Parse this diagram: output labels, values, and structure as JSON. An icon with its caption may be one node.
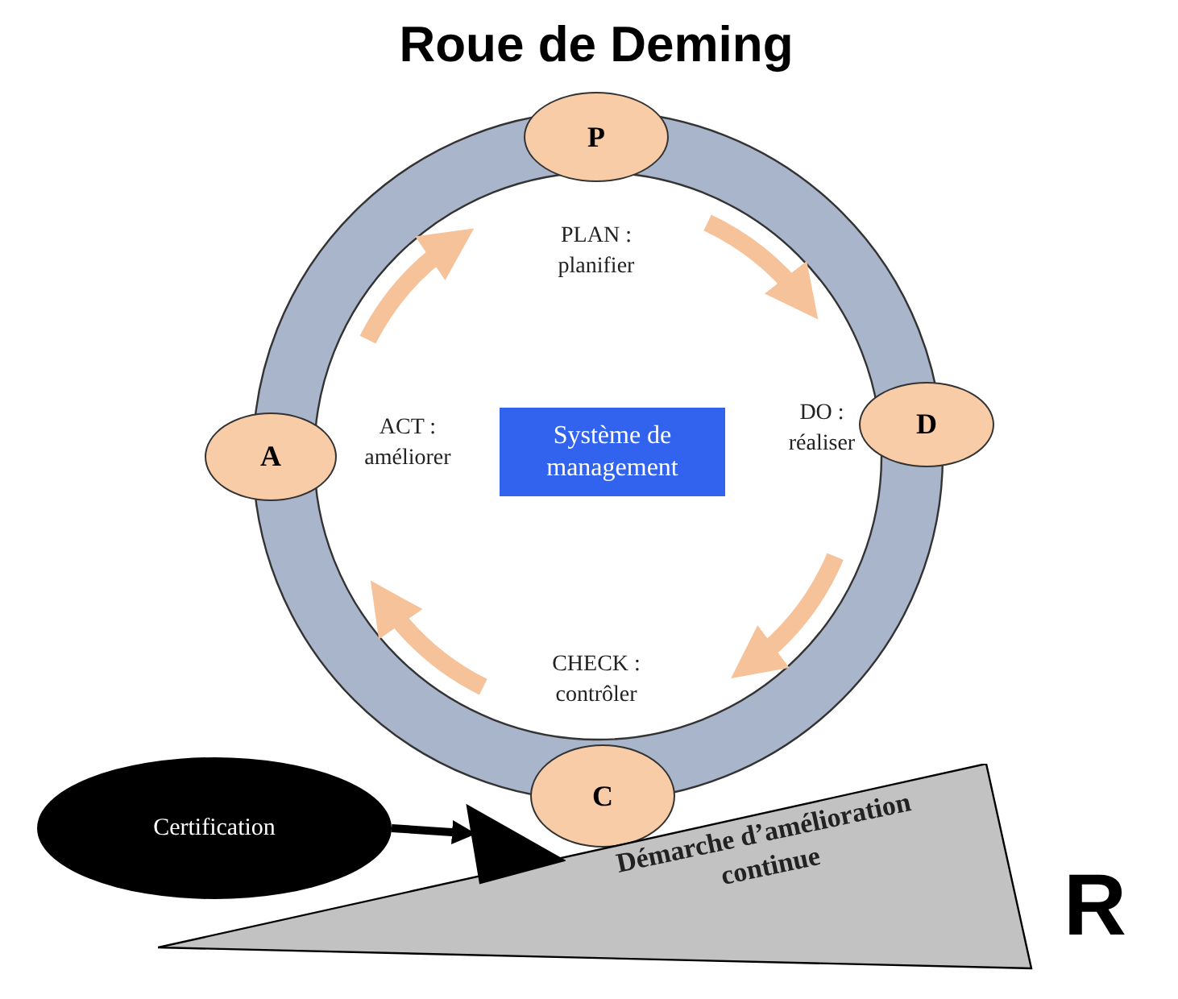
{
  "diagram": {
    "title": "Roue de Deming",
    "nodes": [
      {
        "text": [
          "P"
        ],
        "beside": [
          "PLAN : planifier"
        ]
      },
      {
        "text": [
          "D"
        ],
        "beside": [
          "DO : réaliser"
        ]
      },
      {
        "text": [
          "A"
        ],
        "beside": [
          "ACT : améliorer"
        ]
      },
      {
        "text": [
          "C"
        ],
        "beside": [
          "CHECK : contrôler"
        ]
      },
      {
        "text": [
          "Système de management"
        ]
      },
      {
        "text": [
          "Certification"
        ]
      },
      {
        "text": [
          "Démarche d’amélioration continue"
        ]
      },
      {
        "text": [],
        "shape": "triangle"
      }
    ],
    "edges": [
      {
        "from": 2,
        "to": 0,
        "arrow": "to"
      },
      {
        "from": 0,
        "to": 1,
        "arrow": "to"
      },
      {
        "from": 1,
        "to": 3,
        "arrow": "to"
      },
      {
        "from": 3,
        "to": 2,
        "arrow": "to"
      },
      {
        "from": 5,
        "to": 7,
        "arrow": "to",
        "color": "#000000"
      }
    ],
    "labels": [
      "R"
    ]
  }
}
